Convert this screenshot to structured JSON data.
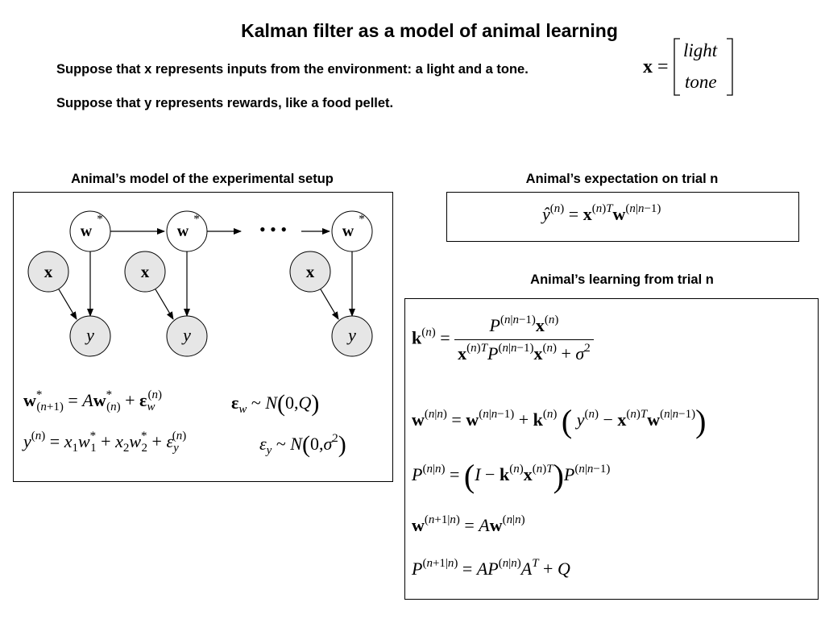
{
  "title": "Kalman filter as a model of animal learning",
  "intro": {
    "line1": "Suppose that x represents inputs from the environment: a light and a tone.",
    "line2": "Suppose that y represents rewards, like a food pellet.",
    "x_vector": {
      "lhs": "x",
      "entries": [
        "light",
        "tone"
      ]
    }
  },
  "panels": {
    "model": {
      "heading": "Animal’s model of the experimental setup",
      "nodes": {
        "w_label": "w",
        "w_sup": "*",
        "x_label": "x",
        "y_label": "y",
        "ellipsis": "• • •"
      },
      "equations": {
        "w_update": "w*(n+1) = A w*(n) + εw(n)",
        "w_noise": "εw ~ N(0,Q)",
        "y_obs": "y(n) = x1 w1* + x2 w2* + εy(n)",
        "y_noise": "εy ~ N(0,σ²)"
      }
    },
    "expectation": {
      "heading": "Animal’s expectation on trial n",
      "equation": "ŷ(n) = x(n)T w(n|n−1)"
    },
    "learning": {
      "heading": "Animal’s learning from trial n",
      "equations": [
        "k(n) = P(n|n−1) x(n) / (x(n)T P(n|n−1) x(n) + σ²)",
        "w(n|n) = w(n|n−1) + k(n) (y(n) − x(n)T w(n|n−1))",
        "P(n|n) = (I − k(n) x(n)T) P(n|n−1)",
        "w(n+1|n) = A w(n|n)",
        "P(n+1|n) = A P(n|n) AT + Q"
      ]
    }
  },
  "colors": {
    "observed_node_fill": "#e6e6e6",
    "latent_node_fill": "#ffffff",
    "ink": "#000000"
  }
}
